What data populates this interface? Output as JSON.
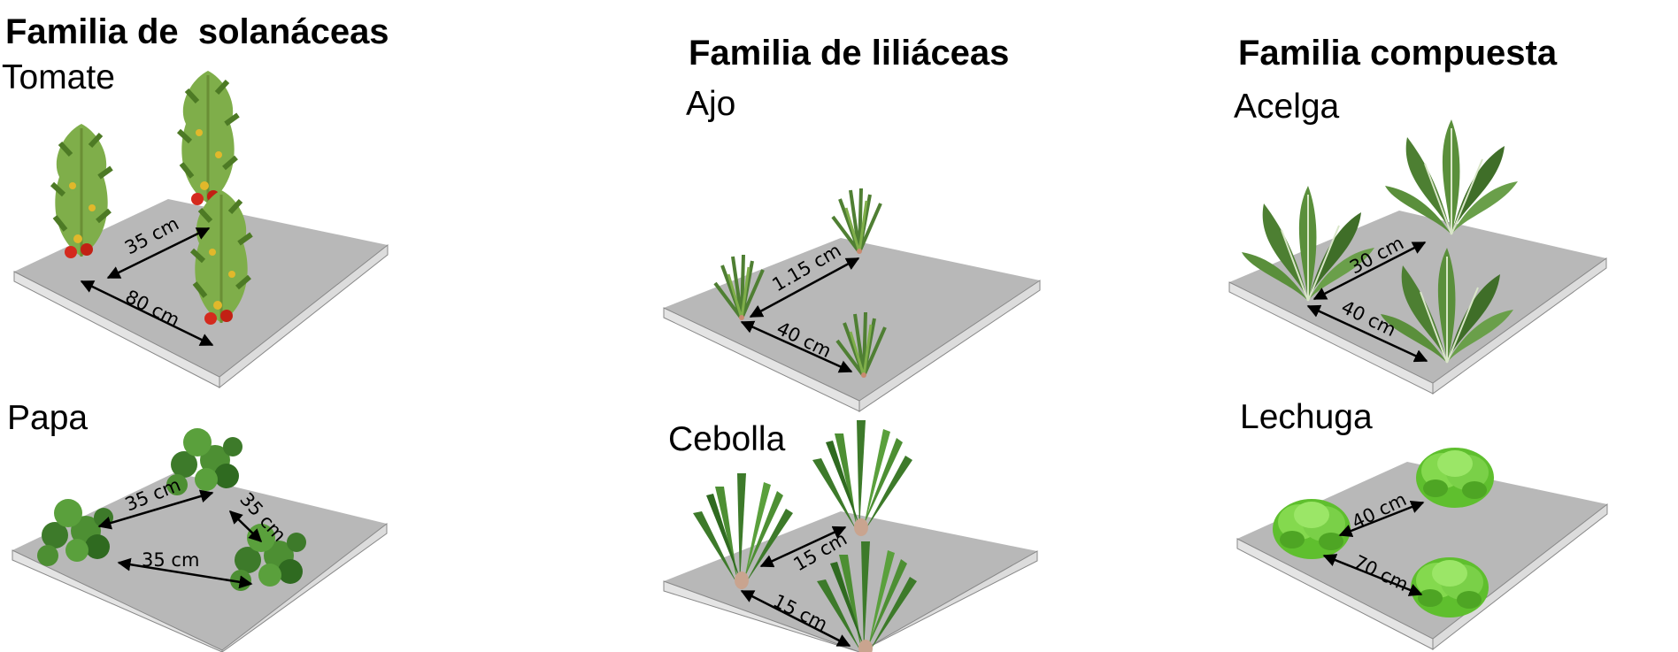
{
  "families": [
    {
      "title": "Familia de  solanáceas",
      "plants": [
        {
          "name": "Tomate",
          "plant_type": "tomato-plant",
          "spacings": [
            "35 cm",
            "80 cm"
          ]
        },
        {
          "name": "Papa",
          "plant_type": "potato-plant",
          "spacings": [
            "35 cm",
            "35 cm",
            "35 cm"
          ]
        }
      ]
    },
    {
      "title": "Familia de liliáceas",
      "plants": [
        {
          "name": "Ajo",
          "plant_type": "garlic-plant",
          "spacings": [
            "1.15 cm",
            "40 cm"
          ]
        },
        {
          "name": "Cebolla",
          "plant_type": "onion-plant",
          "spacings": [
            "15 cm",
            "15 cm"
          ]
        }
      ]
    },
    {
      "title": "Familia compuesta",
      "plants": [
        {
          "name": "Acelga",
          "plant_type": "chard-plant",
          "spacings": [
            "30 cm",
            "40 cm"
          ]
        },
        {
          "name": "Lechuga",
          "plant_type": "lettuce-plant",
          "spacings": [
            "40 cm",
            "70 cm"
          ]
        }
      ]
    }
  ],
  "colors": {
    "board_top": "#b8b8b8",
    "board_edge": "#e4e4e4",
    "leaf": "#5f9a3a",
    "leaf_dark": "#3d6b22",
    "tomato": "#d42a1e",
    "lettuce": "#7ed84a"
  }
}
